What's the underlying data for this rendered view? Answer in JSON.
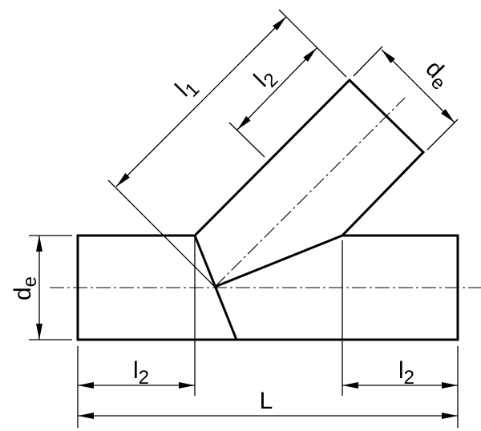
{
  "drawing": {
    "subject": "45° lateral / Y-branch pipe fitting",
    "colors": {
      "line": "#000000",
      "background": "#ffffff"
    },
    "dimensions": {
      "main_outer_diameter": {
        "symbol": "d",
        "subscript": "e"
      },
      "branch_outer_diameter": {
        "symbol": "d",
        "subscript": "e"
      },
      "branch_length": {
        "symbol": "l",
        "subscript": "1"
      },
      "branch_socket_length": {
        "symbol": "l",
        "subscript": "2"
      },
      "left_socket_length": {
        "symbol": "l",
        "subscript": "2"
      },
      "right_socket_length": {
        "symbol": "l",
        "subscript": "2"
      },
      "overall_length": {
        "symbol": "L"
      }
    }
  }
}
